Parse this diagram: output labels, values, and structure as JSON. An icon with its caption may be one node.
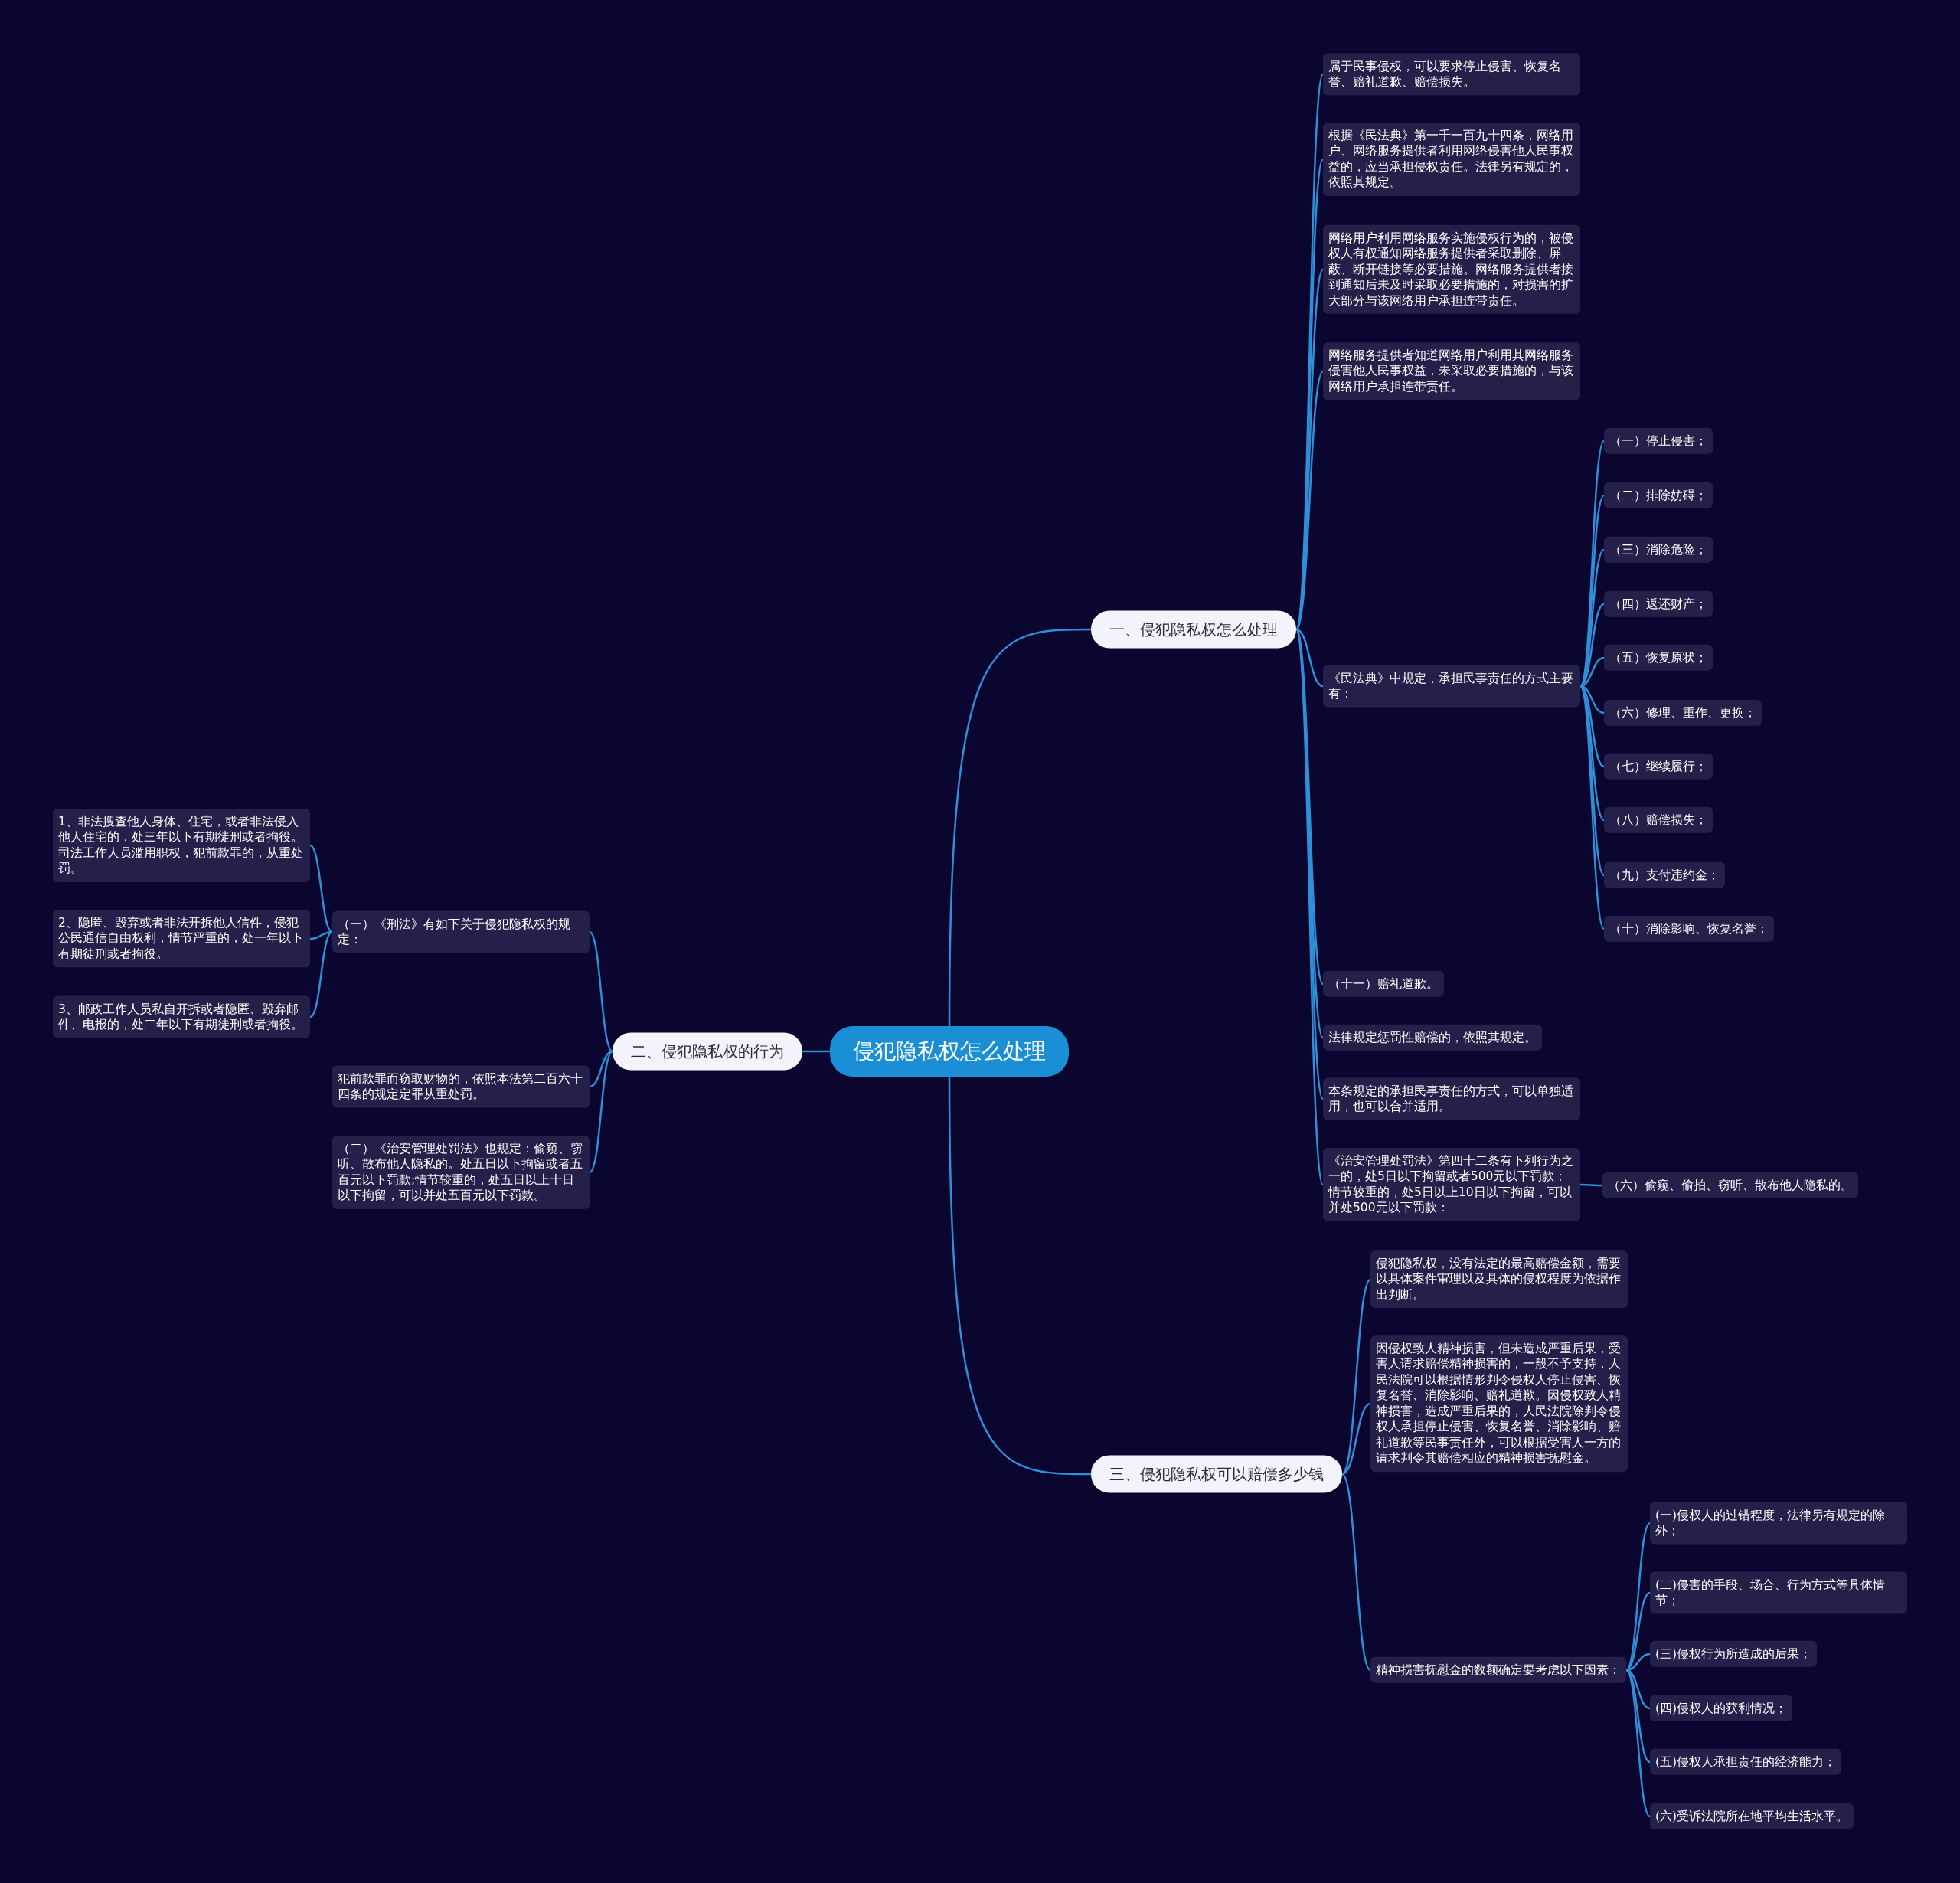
{
  "diagram": {
    "nodes": [
      {
        "text": [
          "侵犯隐私权怎么处理"
        ]
      },
      {
        "text": [
          "一、侵犯隐私权怎么处理"
        ]
      },
      {
        "text": [
          "属于民事侵权，可以要求停止侵害、恢复名誉、赔礼道歉、赔偿损失。"
        ]
      },
      {
        "text": [
          "根据《民法典》第一千一百九十四条，网络用户、网络服务提供者利用网络侵害他人民事权益的，应当承担侵权责任。法律另有规定的，依照其规定。"
        ]
      },
      {
        "text": [
          "网络用户利用网络服务实施侵权行为的，被侵权人有权通知网络服务提供者采取删除、屏蔽、断开链接等必要措施。网络服务提供者接到通知后未及时采取必要措施的，对损害的扩大部分与该网络用户承担连带责任。"
        ]
      },
      {
        "text": [
          "网络服务提供者知道网络用户利用其网络服务侵害他人民事权益，未采取必要措施的，与该网络用户承担连带责任。"
        ]
      },
      {
        "text": [
          "《民法典》中规定，承担民事责任的方式主要有："
        ]
      },
      {
        "text": [
          "（一）停止侵害；"
        ]
      },
      {
        "text": [
          "（二）排除妨碍；"
        ]
      },
      {
        "text": [
          "（三）消除危险；"
        ]
      },
      {
        "text": [
          "（四）返还财产；"
        ]
      },
      {
        "text": [
          "（五）恢复原状；"
        ]
      },
      {
        "text": [
          "（六）修理、重作、更换；"
        ]
      },
      {
        "text": [
          "（七）继续履行；"
        ]
      },
      {
        "text": [
          "（八）赔偿损失；"
        ]
      },
      {
        "text": [
          "（九）支付违约金；"
        ]
      },
      {
        "text": [
          "（十）消除影响、恢复名誉；"
        ]
      },
      {
        "text": [
          "（十一）赔礼道歉。"
        ]
      },
      {
        "text": [
          "法律规定惩罚性赔偿的，依照其规定。"
        ]
      },
      {
        "text": [
          "本条规定的承担民事责任的方式，可以单独适用，也可以合并适用。"
        ]
      },
      {
        "text": [
          "《治安管理处罚法》第四十二条有下列行为之一的，处5日以下拘留或者500元以下罚款；情节较重的，处5日以上10日以下拘留，可以并处500元以下罚款："
        ]
      },
      {
        "text": [
          "（六）偷窥、偷拍、窃听、散布他人隐私的。"
        ]
      },
      {
        "text": [
          "二、侵犯隐私权的行为"
        ]
      },
      {
        "text": [
          "（一）《刑法》有如下关于侵犯隐私权的规定："
        ]
      },
      {
        "text": [
          "1、非法搜查他人身体、住宅，或者非法侵入他人住宅的，处三年以下有期徒刑或者拘役。司法工作人员滥用职权，犯前款罪的，从重处罚。"
        ]
      },
      {
        "text": [
          "2、隐匿、毁弃或者非法开拆他人信件，侵犯公民通信自由权利，情节严重的，处一年以下有期徒刑或者拘役。"
        ]
      },
      {
        "text": [
          "3、邮政工作人员私自开拆或者隐匿、毁弃邮件、电报的，处二年以下有期徒刑或者拘役。"
        ]
      },
      {
        "text": [
          "犯前款罪而窃取财物的，依照本法第二百六十四条的规定定罪从重处罚。"
        ]
      },
      {
        "text": [
          "（二）《治安管理处罚法》也规定：偷窥、窃听、散布他人隐私的。处五日以下拘留或者五百元以下罚款;情节较重的，处五日以上十日以下拘留，可以并处五百元以下罚款。"
        ]
      },
      {
        "text": [
          "三、侵犯隐私权可以赔偿多少钱"
        ]
      },
      {
        "text": [
          "侵犯隐私权，没有法定的最高赔偿金额，需要以具体案件审理以及具体的侵权程度为依据作出判断。"
        ]
      },
      {
        "text": [
          "因侵权致人精神损害，但未造成严重后果，受害人请求赔偿精神损害的，一般不予支持，人民法院可以根据情形判令侵权人停止侵害、恢复名誉、消除影响、赔礼道歉。因侵权致人精神损害，造成严重后果的，人民法院除判令侵权人承担停止侵害、恢复名誉、消除影响、赔礼道歉等民事责任外，可以根据受害人一方的请求判令其赔偿相应的精神损害抚慰金。"
        ]
      },
      {
        "text": [
          "精神损害抚慰金的数额确定要考虑以下因素："
        ]
      },
      {
        "text": [
          "(一)侵权人的过错程度，法律另有规定的除外；"
        ]
      },
      {
        "text": [
          "(二)侵害的手段、场合、行为方式等具体情节；"
        ]
      },
      {
        "text": [
          "(三)侵权行为所造成的后果；"
        ]
      },
      {
        "text": [
          "(四)侵权人的获利情况；"
        ]
      },
      {
        "text": [
          "(五)侵权人承担责任的经济能力；"
        ]
      },
      {
        "text": [
          "(六)受诉法院所在地平均生活水平。"
        ]
      }
    ],
    "edges": [
      {
        "from": 0,
        "to": 1,
        "arrow": "none"
      },
      {
        "from": 1,
        "to": 2,
        "arrow": "none"
      },
      {
        "from": 1,
        "to": 3,
        "arrow": "none"
      },
      {
        "from": 1,
        "to": 4,
        "arrow": "none"
      },
      {
        "from": 1,
        "to": 5,
        "arrow": "none"
      },
      {
        "from": 1,
        "to": 6,
        "arrow": "none"
      },
      {
        "from": 6,
        "to": 7,
        "arrow": "none"
      },
      {
        "from": 6,
        "to": 8,
        "arrow": "none"
      },
      {
        "from": 6,
        "to": 9,
        "arrow": "none"
      },
      {
        "from": 6,
        "to": 10,
        "arrow": "none"
      },
      {
        "from": 6,
        "to": 11,
        "arrow": "none"
      },
      {
        "from": 6,
        "to": 12,
        "arrow": "none"
      },
      {
        "from": 6,
        "to": 13,
        "arrow": "none"
      },
      {
        "from": 6,
        "to": 14,
        "arrow": "none"
      },
      {
        "from": 6,
        "to": 15,
        "arrow": "none"
      },
      {
        "from": 6,
        "to": 16,
        "arrow": "none"
      },
      {
        "from": 1,
        "to": 17,
        "arrow": "none"
      },
      {
        "from": 1,
        "to": 18,
        "arrow": "none"
      },
      {
        "from": 1,
        "to": 19,
        "arrow": "none"
      },
      {
        "from": 1,
        "to": 20,
        "arrow": "none"
      },
      {
        "from": 20,
        "to": 21,
        "arrow": "none"
      },
      {
        "from": 0,
        "to": 22,
        "arrow": "none"
      },
      {
        "from": 22,
        "to": 23,
        "arrow": "none"
      },
      {
        "from": 23,
        "to": 24,
        "arrow": "none"
      },
      {
        "from": 23,
        "to": 25,
        "arrow": "none"
      },
      {
        "from": 23,
        "to": 26,
        "arrow": "none"
      },
      {
        "from": 22,
        "to": 27,
        "arrow": "none"
      },
      {
        "from": 22,
        "to": 28,
        "arrow": "none"
      },
      {
        "from": 0,
        "to": 29,
        "arrow": "none"
      },
      {
        "from": 29,
        "to": 30,
        "arrow": "none"
      },
      {
        "from": 29,
        "to": 31,
        "arrow": "none"
      },
      {
        "from": 29,
        "to": 32,
        "arrow": "none"
      },
      {
        "from": 32,
        "to": 33,
        "arrow": "none"
      },
      {
        "from": 32,
        "to": 34,
        "arrow": "none"
      },
      {
        "from": 32,
        "to": 35,
        "arrow": "none"
      },
      {
        "from": 32,
        "to": 36,
        "arrow": "none"
      },
      {
        "from": 32,
        "to": 37,
        "arrow": "none"
      },
      {
        "from": 32,
        "to": 38,
        "arrow": "none"
      }
    ]
  }
}
